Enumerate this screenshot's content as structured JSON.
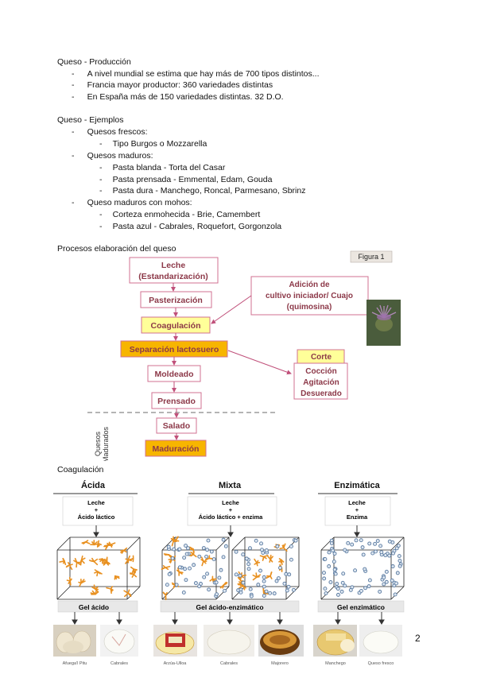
{
  "section1": {
    "heading": "Queso - Producción",
    "bullets": [
      "A nivel mundial se estima que hay más de 700 tipos distintos...",
      "Francia mayor productor: 360 variedades distintas",
      "En España más de 150 variedades distintas. 32 D.O."
    ]
  },
  "section2": {
    "heading": "Queso - Ejemplos",
    "groups": [
      {
        "label": "Quesos frescos:",
        "items": [
          "Tipo Burgos o Mozzarella"
        ]
      },
      {
        "label": "Quesos maduros:",
        "items": [
          "Pasta blanda - Torta del Casar",
          "Pasta prensada - Emmental, Edam, Gouda",
          "Pasta dura - Manchego, Roncal, Parmesano, Sbrinz"
        ]
      },
      {
        "label": "Queso maduros con mohos:",
        "items": [
          "Corteza enmohecida - Brie, Camembert",
          "Pasta azul - Cabrales, Roquefort, Gorgonzola"
        ]
      }
    ]
  },
  "section3": {
    "heading": "Procesos elaboración del queso",
    "figure_label": "Figura 1",
    "steps": {
      "leche_1": "Leche",
      "leche_2": "(Estandarización)",
      "pasterizacion": "Pasterización",
      "coagulacion": "Coagulación",
      "separacion": "Separación lactosuero",
      "moldeado": "Moldeado",
      "prensado": "Prensado",
      "salado": "Salado",
      "maduracion": "Maduración"
    },
    "adicion": [
      "Adición de",
      "cultivo iniciador/ Cuajo",
      "(quimosina)"
    ],
    "corte": {
      "title": "Corte",
      "items": [
        "Cocción",
        "Agitación",
        "Desuerado"
      ]
    },
    "side_label": [
      "Quesos",
      "Madurados"
    ]
  },
  "section4": {
    "heading": "Coagulación",
    "columns": [
      {
        "title": "Ácida",
        "input_1": "Leche",
        "input_2": "+",
        "input_3": "Ácido láctico",
        "gel": "Gel ácido",
        "cheeses": [
          "Afuega'l Pitu",
          "Cabrales"
        ]
      },
      {
        "title": "Mixta",
        "input_1": "Leche",
        "input_2": "+",
        "input_3": "Ácido láctico + enzima",
        "gel": "Gel ácido-enzimático",
        "cheeses": [
          "Arzúa-Ulloa",
          "Cabrales",
          "Majorero"
        ]
      },
      {
        "title": "Enzimática",
        "input_1": "Leche",
        "input_2": "+",
        "input_3": "Enzima",
        "gel": "Gel enzimático",
        "cheeses": [
          "Manchego",
          "Queso fresco"
        ]
      }
    ]
  },
  "page_number": "2",
  "colors": {
    "box_border": "#c0507a",
    "box_text": "#8c2840",
    "yellow": "#ffff99",
    "orange": "#f7b500",
    "arrow": "#c0507a",
    "particle_orange": "#e89020",
    "particle_blue": "#5a7aa0"
  }
}
